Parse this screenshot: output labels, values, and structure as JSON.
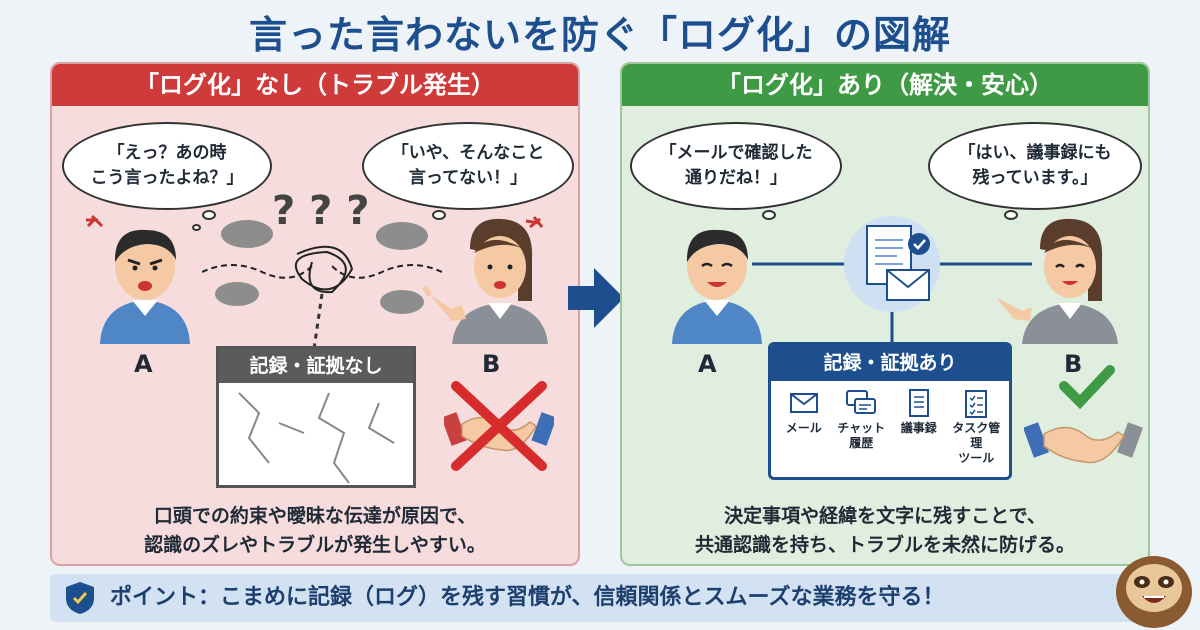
{
  "title": "言った言わないを防ぐ「ログ化」の図解",
  "left_panel": {
    "header": "「ログ化」なし（トラブル発生）",
    "bubble_a": "「えっ？あの時\nこう言ったよね？」",
    "bubble_b": "「いや、そんなこと\n言ってない！」",
    "confusion": "???",
    "person_a": "A",
    "person_b": "B",
    "box_title": "記録・証拠なし",
    "caption": "口頭での約束や曖昧な伝達が原因で、\n認識のズレやトラブルが発生しやすい。"
  },
  "right_panel": {
    "header": "「ログ化」あり（解決・安心）",
    "bubble_a": "「メールで確認した\n通りだね！」",
    "bubble_b": "「はい、議事録にも\n残っています。」",
    "person_a": "A",
    "person_b": "B",
    "box_title": "記録・証拠あり",
    "tools": [
      {
        "label": "メール",
        "icon": "mail-icon"
      },
      {
        "label": "チャット\n履歴",
        "icon": "chat-icon"
      },
      {
        "label": "議事録",
        "icon": "document-icon"
      },
      {
        "label": "タスク管理\nツール",
        "icon": "checklist-icon"
      }
    ],
    "caption": "決定事項や経緯を文字に残すことで、\n共通認識を持ち、トラブルを未然に防げる。"
  },
  "point": "ポイント：こまめに記録（ログ）を残す習慣が、信頼関係とスムーズな業務を守る！",
  "colors": {
    "title": "#1d4f8f",
    "left_header": "#cf3b3b",
    "right_header": "#3f9a45",
    "record_box": "#1d4f8f"
  }
}
